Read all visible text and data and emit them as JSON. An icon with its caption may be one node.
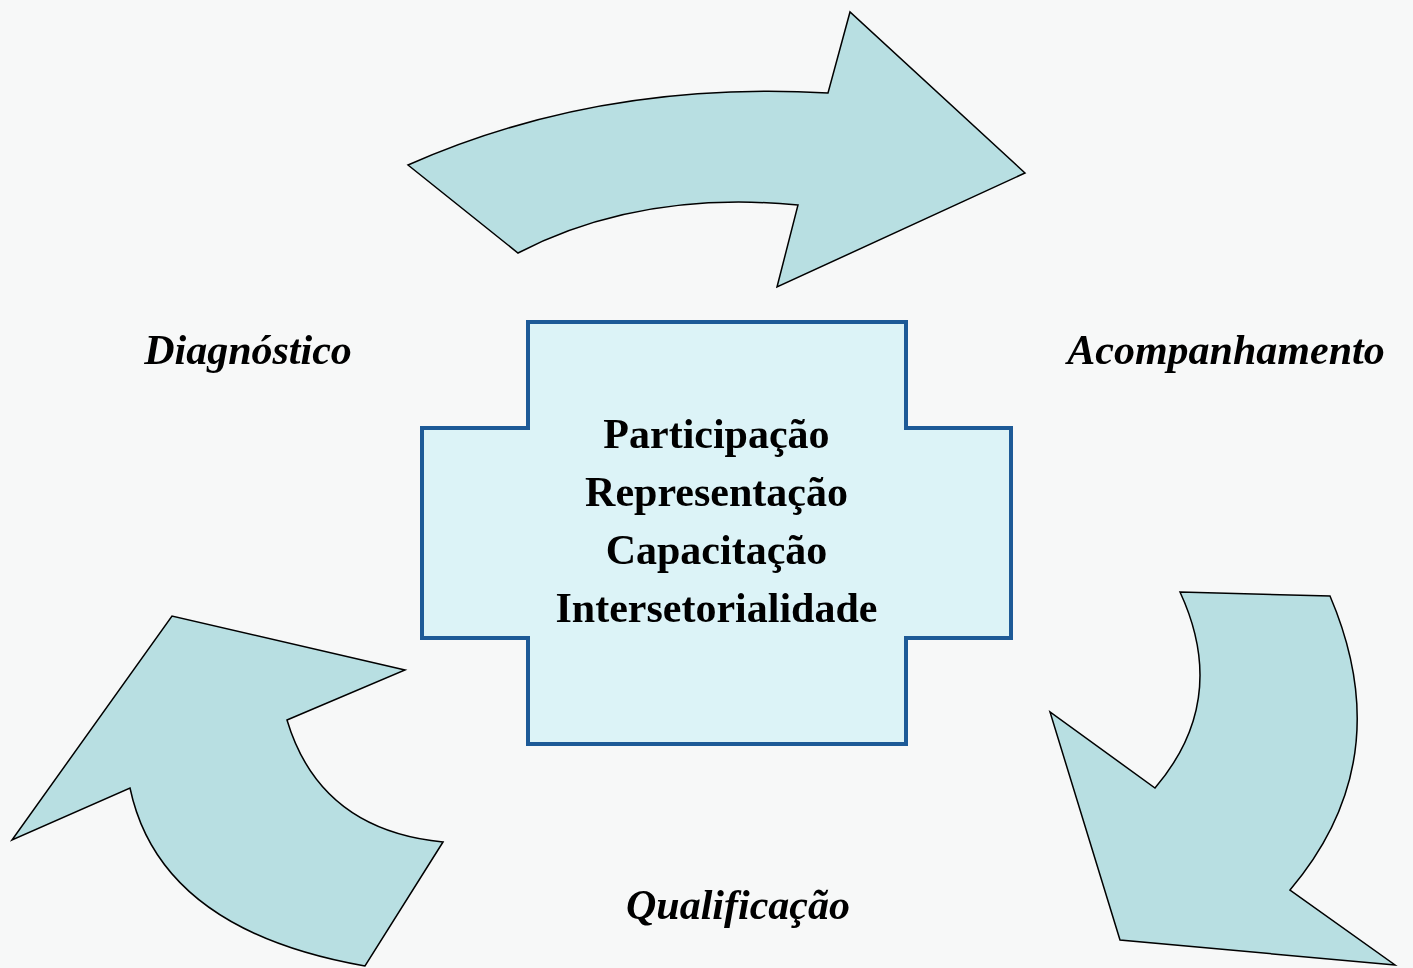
{
  "diagram": {
    "nodes": [
      {
        "text": [
          "Diagnóstico"
        ]
      },
      {
        "text": [
          "Acompanhamento"
        ]
      },
      {
        "text": [
          "Qualificação"
        ]
      },
      {
        "text": [
          "Participação",
          "Representação",
          "Capacitação",
          "Intersetorialidade"
        ]
      }
    ],
    "edges": [
      {
        "from": 0,
        "to": 1,
        "arrow": "to"
      },
      {
        "from": 1,
        "to": 2,
        "arrow": "to"
      },
      {
        "from": 2,
        "to": 0,
        "arrow": "to"
      }
    ]
  }
}
